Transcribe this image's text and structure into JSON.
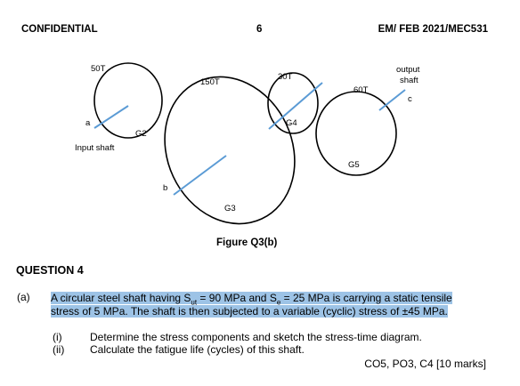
{
  "header": {
    "left": "CONFIDENTIAL",
    "page_number": "6",
    "right": "EM/ FEB 2021/MEC531"
  },
  "figure": {
    "labels": {
      "gear1_teeth": "50T",
      "gear2_teeth": "150T",
      "gear3_teeth": "30T",
      "gear4_teeth": "60T",
      "shaft_a": "a",
      "shaft_b": "b",
      "shaft_c": "c",
      "input_shaft": "Input shaft",
      "output_shaft_line1": "output",
      "output_shaft_line2": "shaft",
      "g2": "G2",
      "g3": "G3",
      "g4": "G4",
      "g5": "G5"
    },
    "shaft_color": "#5b9bd5",
    "caption": "Figure Q3(b)"
  },
  "question": {
    "heading": "QUESTION 4",
    "part_label": "(a)",
    "text_line1_pre": "A circular steel shaft having S",
    "text_line1_sub1": "ut",
    "text_line1_mid": " = 90 MPa and S",
    "text_line1_sub2": "e",
    "text_line1_post": " = 25 MPa is carrying a static tensile",
    "text_line2": "stress of 5 MPa. The shaft is then subjected to a variable (cyclic) stress of ±45 MPa.",
    "highlight_color": "#9dc3e6",
    "subparts": [
      {
        "num": "(i)",
        "text": "Determine the stress components and sketch the stress-time diagram."
      },
      {
        "num": "(ii)",
        "text": "Calculate the fatigue life (cycles) of this shaft."
      }
    ],
    "marks": "CO5, PO3, C4 [10 marks]"
  }
}
